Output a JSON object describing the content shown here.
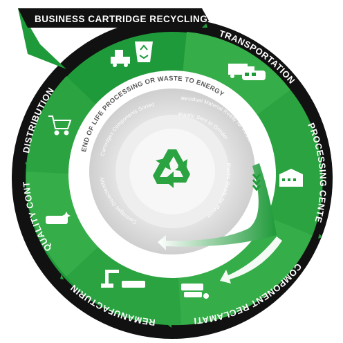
{
  "diagram": {
    "banner": "BUSINESS CARTRIDGE RECYCLING",
    "stages": [
      {
        "label": "TRANSPORTATION",
        "icon": "truck-train-icon"
      },
      {
        "label": "PROCESSING CENTER",
        "icon": "warehouse-icon"
      },
      {
        "label": "COMPONENT RECLAMATION",
        "icon": "cartridge-parts-icon"
      },
      {
        "label": "REMANUFACTURING",
        "icon": "robotic-arm-icon"
      },
      {
        "label": "QUALITY CONTROL",
        "icon": "sparkling-cartridge-icon"
      },
      {
        "label": "DISTRIBUTION",
        "icon": "shopping-cart-icon"
      }
    ],
    "recycling_icon": "recycling-bin-icon",
    "inner": {
      "title": "END OF LIFE PROCESSING OR WASTE TO ENERGY",
      "steps": [
        "Cartridges Disassembly",
        "Cartridges Components Sorted",
        "Residual Material Ready for Reuse",
        "Plastic Sent to Grinder",
        "Plastic Ready for Reuse"
      ],
      "center_icon": "recycle-symbol-icon"
    },
    "colors": {
      "black": "#111111",
      "green": "#1f9a3a",
      "green_light": "#3db44f",
      "gray": "#cfcfcf"
    }
  }
}
